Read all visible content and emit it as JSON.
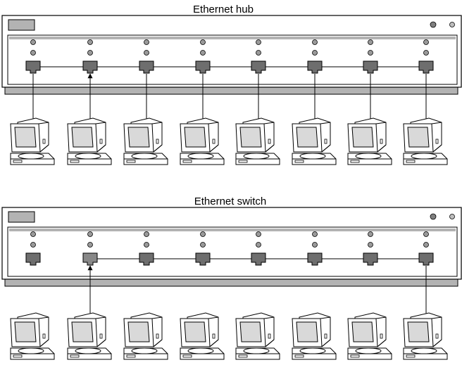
{
  "diagrams": [
    {
      "id": "hub",
      "title": "Ethernet hub",
      "port_count": 8,
      "active_ports": [
        0,
        1,
        2,
        3,
        4,
        5,
        6,
        7
      ],
      "source_port": 1,
      "connected_ports": [
        0,
        1,
        2,
        3,
        4,
        5,
        6,
        7
      ],
      "icons": {
        "device": "network-device-icon",
        "led": "led-icon",
        "port": "ethernet-port-icon",
        "computer": "desktop-computer-icon"
      }
    },
    {
      "id": "switch",
      "title": "Ethernet switch",
      "port_count": 8,
      "active_ports": [
        1,
        7
      ],
      "source_port": 1,
      "connected_ports": [
        1,
        2,
        3,
        4,
        5,
        6,
        7
      ],
      "icons": {
        "device": "network-device-icon",
        "led": "led-icon",
        "port": "ethernet-port-icon",
        "computer": "desktop-computer-icon"
      }
    }
  ],
  "colors": {
    "panel_bg": "#ffffff",
    "panel_shadow": "#b3b3b3",
    "led": "#9a9a9a",
    "port": "#6e6e6e",
    "port_active": "#888888",
    "screen": "#d9d9d9",
    "line": "#000000"
  }
}
